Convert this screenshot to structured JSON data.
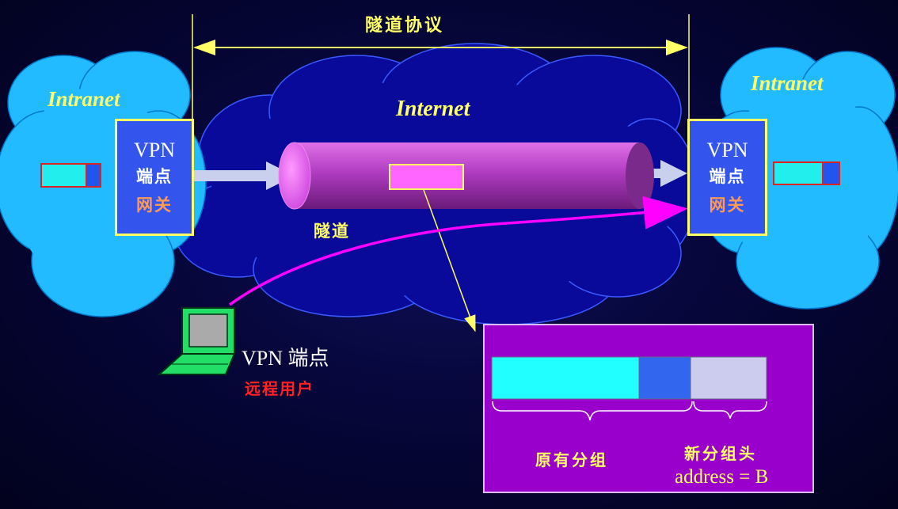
{
  "tunnel_protocol_label": "隧道协议",
  "internet_label": "Internet",
  "tunnel_label": "隧道",
  "left_cloud": {
    "label": "Intranet"
  },
  "right_cloud": {
    "label": "Intranet"
  },
  "left_endpoint": {
    "line1": "VPN",
    "line2": "端点",
    "line3": "网关"
  },
  "right_endpoint": {
    "line1": "VPN",
    "line2": "端点",
    "line3": "网关"
  },
  "remote": {
    "vpn_label": "VPN 端点",
    "user_label": "远程用户"
  },
  "packet": {
    "original_label": "原有分组",
    "new_header_label": "新分组头",
    "address_label": "address = B"
  },
  "colors": {
    "cloud": "#22bbff",
    "internet_cloud": "#0a0a9a",
    "endpoint": "#3355ee",
    "text_yellow": "#ffff66",
    "accent_magenta": "#ff00ff",
    "packet_bg": "#9900cc"
  }
}
